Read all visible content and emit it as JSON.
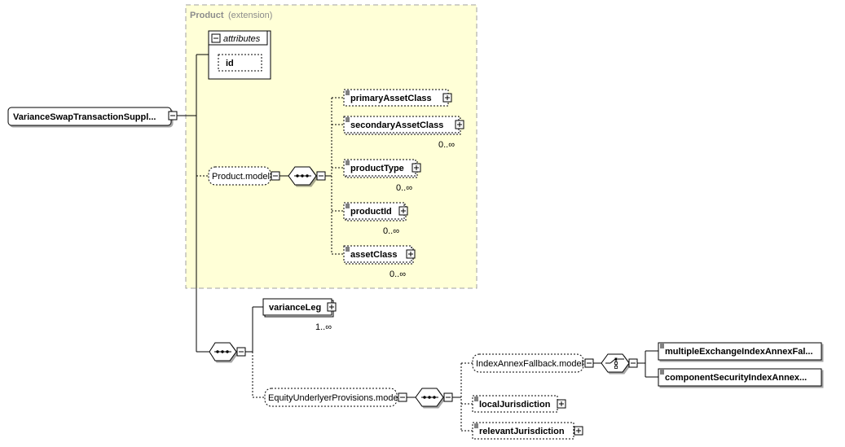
{
  "product": {
    "title": "Product",
    "subtitle": "(extension)"
  },
  "attributes": {
    "label": "attributes",
    "id": "id"
  },
  "root": {
    "name": "VarianceSwapTransactionSuppl..."
  },
  "product_model": {
    "name": "Product.model",
    "children": {
      "primaryAssetClass": "primaryAssetClass",
      "secondaryAssetClass": "secondaryAssetClass",
      "secondaryAssetClass_card": "0..∞",
      "productType": "productType",
      "productType_card": "0..∞",
      "productId": "productId",
      "productId_card": "0..∞",
      "assetClass": "assetClass",
      "assetClass_card": "0..∞"
    }
  },
  "varianceLeg": {
    "name": "varianceLeg",
    "card": "1..∞"
  },
  "equity_model": {
    "name": "EquityUnderlyerProvisions.model",
    "index_fallback": "IndexAnnexFallback.model",
    "multiple": "multipleExchangeIndexAnnexFal...",
    "component": "componentSecurityIndexAnnex...",
    "localJurisdiction": "localJurisdiction",
    "relevantJurisdiction": "relevantJurisdiction"
  }
}
